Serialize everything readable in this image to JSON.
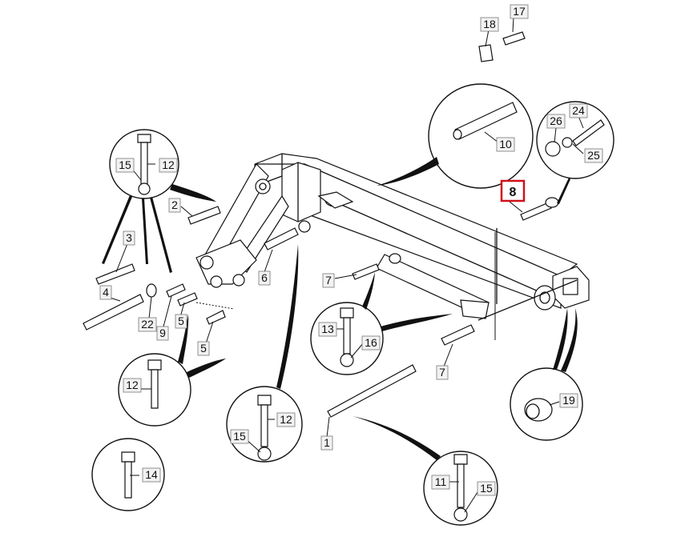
{
  "labels": {
    "l1": "1",
    "l2": "2",
    "l3": "3",
    "l4": "4",
    "l5a": "5",
    "l5b": "5",
    "l6": "6",
    "l7a": "7",
    "l7b": "7",
    "l8": "8",
    "l9": "9",
    "l10": "10",
    "l11": "11",
    "l12a": "12",
    "l12b": "12",
    "l12c": "12",
    "l13": "13",
    "l14": "14",
    "l15a": "15",
    "l15b": "15",
    "l15c": "15",
    "l16": "16",
    "l17": "17",
    "l18": "18",
    "l19": "19",
    "l22": "22",
    "l24": "24",
    "l25": "25",
    "l26": "26"
  },
  "highlight": {
    "label": "8",
    "color": "#d0101a"
  },
  "colors": {
    "ink": "#111111",
    "label_bg": "#f2f2f2"
  }
}
